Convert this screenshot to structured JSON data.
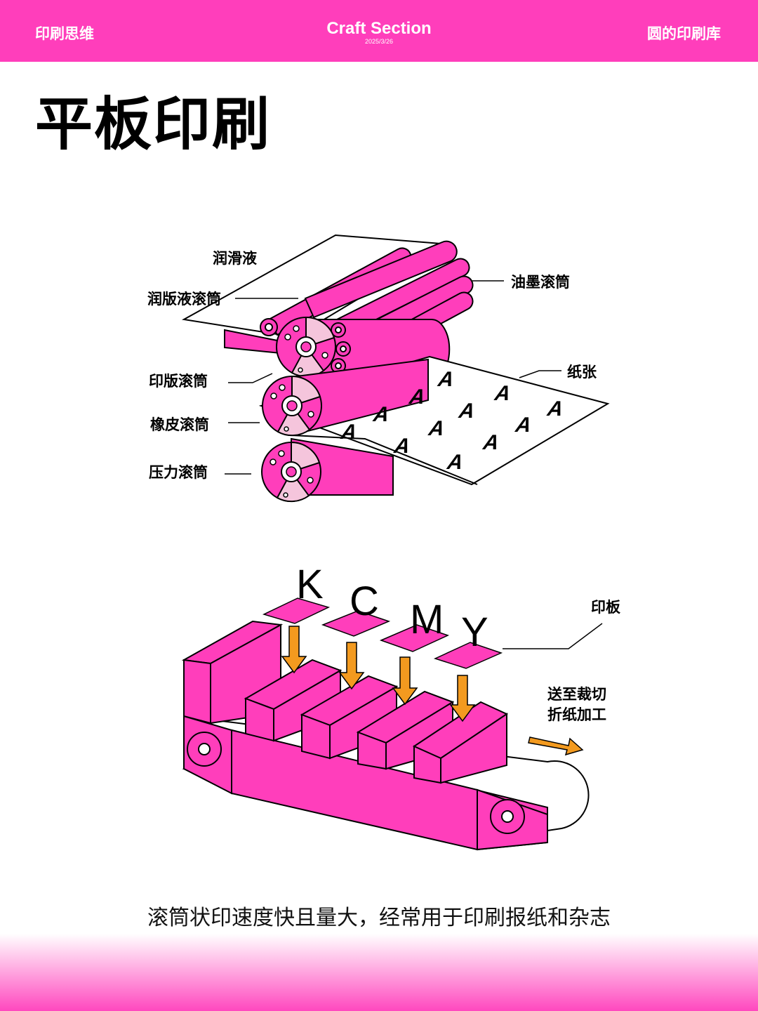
{
  "header": {
    "left_label": "印刷思维",
    "brand": "Craft Section",
    "date": "2025/3/26",
    "right_label": "圆的印刷库"
  },
  "page_title": "平板印刷",
  "diagram_offset": {
    "labels": {
      "dampening_fluid": "润滑液",
      "dampening_roller": "润版液滚筒",
      "ink_roller": "油墨滚筒",
      "paper": "纸张",
      "plate_cylinder": "印版滚筒",
      "blanket_cylinder": "橡皮滚筒",
      "impression_cylinder": "压力滚筒"
    },
    "sheet_letter": "A"
  },
  "diagram_cmyk": {
    "colors": [
      "K",
      "C",
      "M",
      "Y"
    ],
    "plate_label": "印板",
    "output_label_line1": "送至裁切",
    "output_label_line2": "折纸加工"
  },
  "caption": "滚筒状印速度快且量大，经常用于印刷报纸和杂志",
  "colors": {
    "accent": "#ff3ebb",
    "light_pink": "#f5c5dc",
    "arrow_orange": "#f39a1f"
  }
}
